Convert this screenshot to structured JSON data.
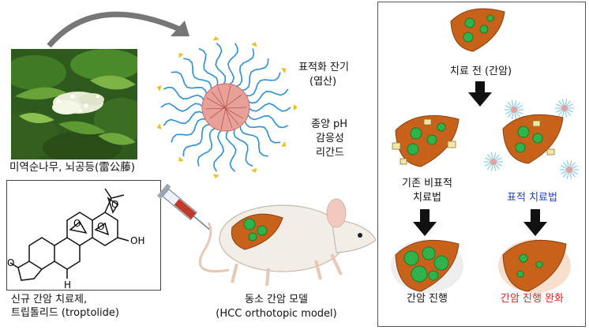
{
  "labels": {
    "plant": "미역순나무, 뇌공등(雷公藤)",
    "drug_line1": "신규 간암 치료제,",
    "drug_line2": "트립톨리드 (troptolide)",
    "targeting_line1": "표적화 잔기",
    "targeting_line2": "(엽산)",
    "ligand_line1": "종양 pH",
    "ligand_line2": "감응성",
    "ligand_line3": "리간드",
    "model_line1": "동소 간암 모델",
    "model_line2": "(HCC orthotopic model)",
    "before": "치료 전 (간암)",
    "conventional_line1": "기존 비표적",
    "conventional_line2": "치료법",
    "targeted": "표적 치료법",
    "progress": "간암 진행",
    "relieved": "간암 진행 완화"
  },
  "molecule_labels": {
    "oh": "OH",
    "h": "H",
    "o_epoxides": [
      "O",
      "O",
      "O"
    ],
    "o_lactone": "O"
  },
  "colors": {
    "targeted_text": "#1f3fd0",
    "relieved_text": "#e0201a",
    "liver": "#c8621a",
    "tumor": "#2fb34a",
    "arrow": "#111111",
    "strand": "#2b8fd6",
    "strand_tip": "#e8c21a",
    "core": "#e8a09a"
  }
}
